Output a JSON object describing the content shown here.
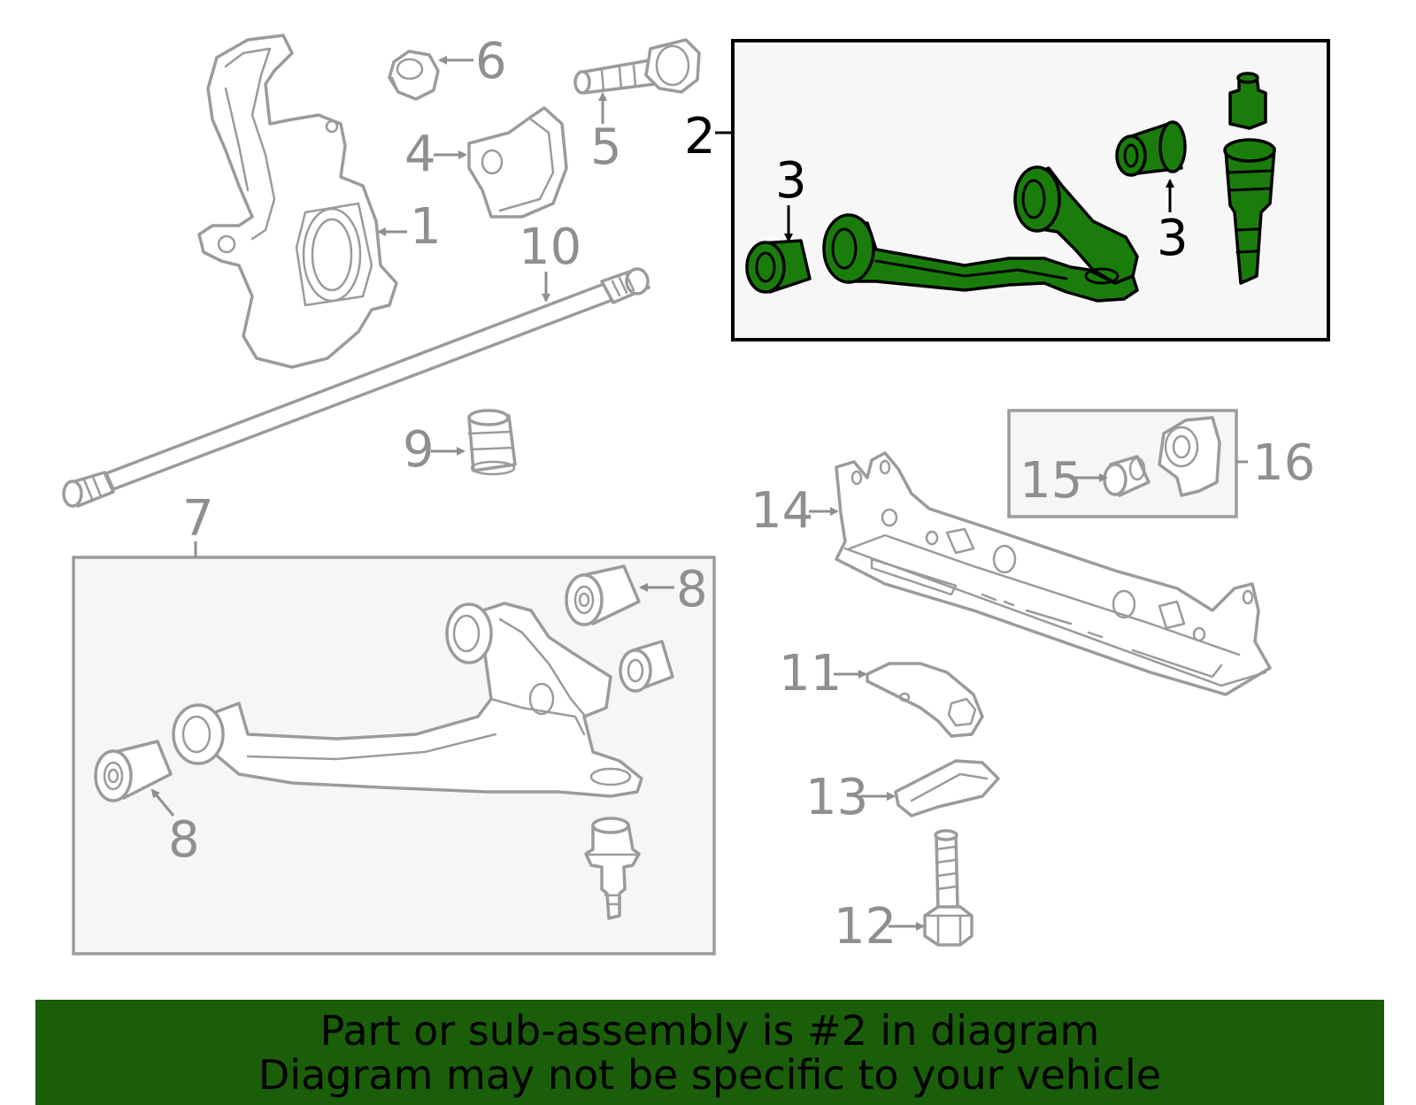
{
  "callouts": {
    "c1": "1",
    "c2": "2",
    "c3a": "3",
    "c3b": "3",
    "c4": "4",
    "c5": "5",
    "c6": "6",
    "c7": "7",
    "c8a": "8",
    "c8b": "8",
    "c9": "9",
    "c10": "10",
    "c11": "11",
    "c12": "12",
    "c13": "13",
    "c14": "14",
    "c15": "15",
    "c16": "16"
  },
  "banner": {
    "line1": "Part or sub-assembly is #2 in diagram",
    "line2": "Diagram may not be specific to your vehicle"
  },
  "colors": {
    "highlight": "#1a7d0b",
    "banner": "#1a5e0a",
    "part_outline": "#9b9b9b",
    "label_gray": "#8f8f8f"
  }
}
